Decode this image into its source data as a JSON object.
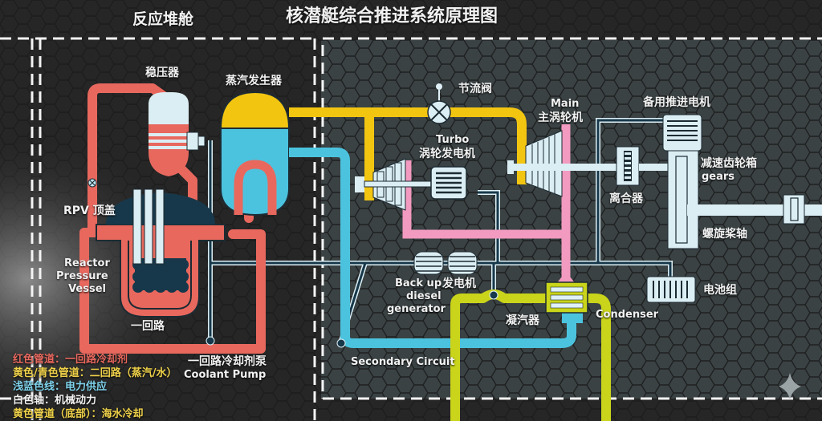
{
  "title": "核潜艇综合推进系统原理图",
  "sections": {
    "reactor_compartment": "反应堆舱"
  },
  "colors": {
    "background": "#262626",
    "turbine_room_bg": "#3a4244",
    "primary_red": "#e8685e",
    "secondary_yellow": "#f2c511",
    "secondary_cyan": "#4cc3de",
    "seawater_yellow": "#c9d41a",
    "condensate_pink": "#f29ac0",
    "power_line": "#dff1f6",
    "shaft_white": "#dbeef3",
    "dark_navy": "#17384a"
  },
  "labels": {
    "pressurizer": "稳压器",
    "steam_generator": "蒸汽发生器",
    "throttle_valve": "节流阀",
    "main_turbine_en": "Main",
    "main_turbine_cn": "主涡轮机",
    "backup_motor": "备用推进电机",
    "turbo_generator_en": "Turbo",
    "turbo_generator_cn": "涡轮发电机",
    "gearbox_cn": "减速齿轮箱",
    "gearbox_en": "gears",
    "clutch": "离合器",
    "propeller_shaft": "螺旋桨轴",
    "rpv_head": "RPV 顶盖",
    "rpv_en_1": "Reactor",
    "rpv_en_2": "Pressure",
    "rpv_en_3": "Vessel",
    "primary_loop": "一回路",
    "coolant_pump_cn": "一回路冷却剂泵",
    "coolant_pump_en": "Coolant Pump",
    "backup_diesel_en_1": "Back up",
    "backup_diesel_cn": "发电机",
    "backup_diesel_en_2": "diesel",
    "backup_diesel_en_3": "generator",
    "battery": "电池组",
    "condenser_cn": "凝汽器",
    "condenser_en": "Condenser",
    "secondary_circuit": "Secondary Circuit"
  },
  "legend": [
    {
      "text": "红色管道：一回路冷却剂",
      "color": "#e8685e"
    },
    {
      "text": "黄色/青色管道：二回路（蒸汽/水）",
      "color": "#f0d24a"
    },
    {
      "text": "浅蓝色线：电力供应",
      "color": "#7fd3ec"
    },
    {
      "text": "白色轴：机械动力",
      "color": "#f2f2f2"
    },
    {
      "text": "黄色管道（底部）：海水冷却",
      "color": "#f0d24a"
    }
  ]
}
